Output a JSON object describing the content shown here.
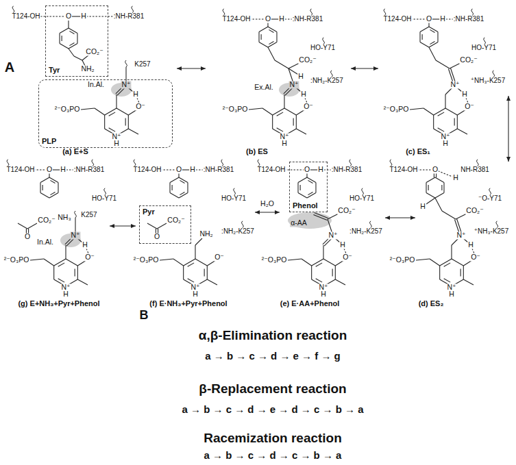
{
  "diagram": {
    "nodes": [
      {
        "text": [
          "Tyr"
        ]
      },
      {
        "text": [
          "PLP"
        ]
      },
      {
        "text": [
          "Phenol"
        ]
      },
      {
        "text": [
          "Pyr"
        ]
      }
    ],
    "labels": [
      "A",
      "T124-OH",
      "O",
      "H",
      ":NH-R381",
      "CO₂⁻",
      "NH₂",
      "In.Al.",
      "K257",
      "N⁺",
      "H",
      "²⁻O₃PO",
      "O⁻",
      "N⁺",
      "H",
      "(a) E+S",
      "T124-OH",
      "O",
      "H",
      ":NH-R381",
      "HO-Y71",
      "CO₂⁻",
      "H",
      "Ex.Al.",
      "N⁺",
      "H",
      ":NH₂-K257",
      "²⁻O₃PO",
      "O⁻",
      "N⁺",
      "H",
      "(b) ES",
      "T124-OH",
      "O",
      "H",
      ":NH-R381",
      "HO-Y71",
      "CO₂⁻",
      "N⁺",
      "H",
      "⁺NH₃-K257",
      "²⁻O₃PO",
      "O⁻",
      "N⁺",
      "H",
      "(c) ES₁",
      "T124-OH",
      "O",
      "H",
      "NH-R381",
      "⁻O-Y71",
      "H",
      "CO₂⁻",
      "N⁺",
      "H",
      "⁺NH₃-K257",
      "²⁻O₃PO",
      "O⁻",
      "N⁺",
      "H",
      "(d) ES₂",
      "T124-OH",
      "O",
      "H",
      ":NH-R381",
      "HO-Y71",
      "α-AA",
      "CO₂⁻",
      "N⁺",
      "H",
      ":NH₂-K257",
      "²⁻O₃PO",
      "O⁻",
      "N⁺",
      "H",
      "(e) E·AA+Phenol",
      "T124-OH",
      "O",
      "H",
      ":NH-R381",
      "HO-Y71",
      "CO₂⁻",
      "O",
      "NH₂",
      ":NH₂-K257",
      "²⁻O₃PO",
      "O⁻",
      "N⁺",
      "H",
      "(f) E·NH₃+Pyr+Phenol",
      "T124-OH",
      "O",
      "H",
      ":NH-R381",
      "HO-Y71",
      "CO₂⁻",
      "O",
      "NH₃",
      "In.Al.",
      "K257",
      "N⁺",
      "H",
      "²⁻O₃PO",
      "O⁻",
      "N⁺",
      "H",
      "(g) E+NH₃+Pyr+Phenol",
      "H₂O",
      "B",
      "α,β-Elimination reaction",
      "a → b → c → d → e → f → g",
      "β-Replacement reaction",
      "a → b → c → d → e → d → c → b → a",
      "Racemization reaction",
      "a → b → c → d → c → b → a"
    ]
  }
}
